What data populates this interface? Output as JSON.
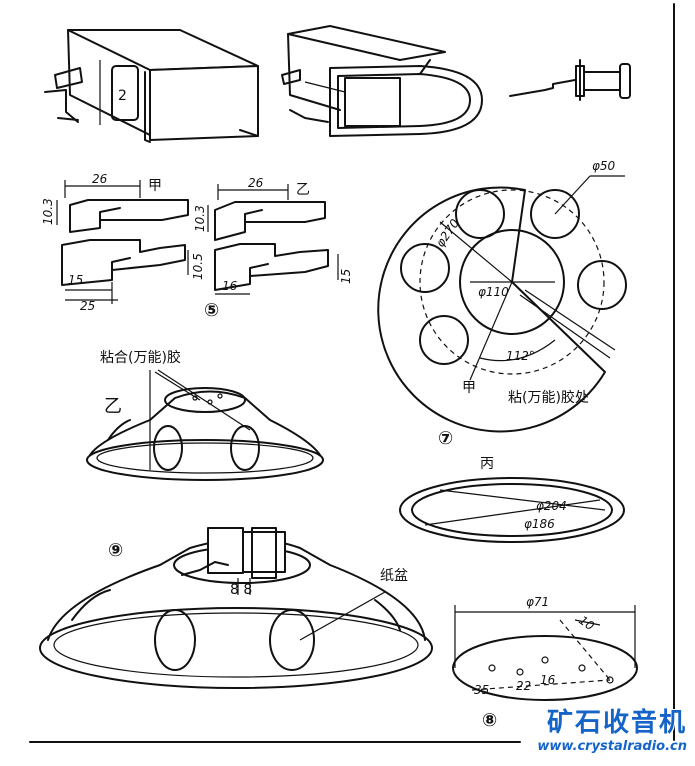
{
  "labels": {
    "fig5": "⑤",
    "fig7": "⑦",
    "fig8": "⑧",
    "fig9": "⑨",
    "jia": "甲",
    "yi": "乙",
    "bing": "丙",
    "glue_top": "粘合(万能)胶",
    "glue_bottom": "粘(万能)胶处",
    "paper_cone": "纸盆",
    "bobbin_num": "2",
    "lug_numbers": "8 8"
  },
  "dims": {
    "d26a": "26",
    "d26b": "26",
    "d103a": "10.3",
    "d103b": "10.3",
    "d15a": "15",
    "d25": "25",
    "d105": "10.5",
    "d16": "16",
    "d15b": "15",
    "phi50": "φ50",
    "phi270": "φ270",
    "phi110": "φ110",
    "ang112": "112°",
    "phi204": "φ204",
    "phi186": "φ186",
    "phi71": "φ71",
    "d10": "10",
    "d35": "35",
    "d22": "22",
    "d16c": "16"
  },
  "watermark": {
    "title": "矿石收音机",
    "url": "www.crystalradio.cn"
  },
  "colors": {
    "ink": "#111111",
    "watermark": "#1565c8"
  }
}
